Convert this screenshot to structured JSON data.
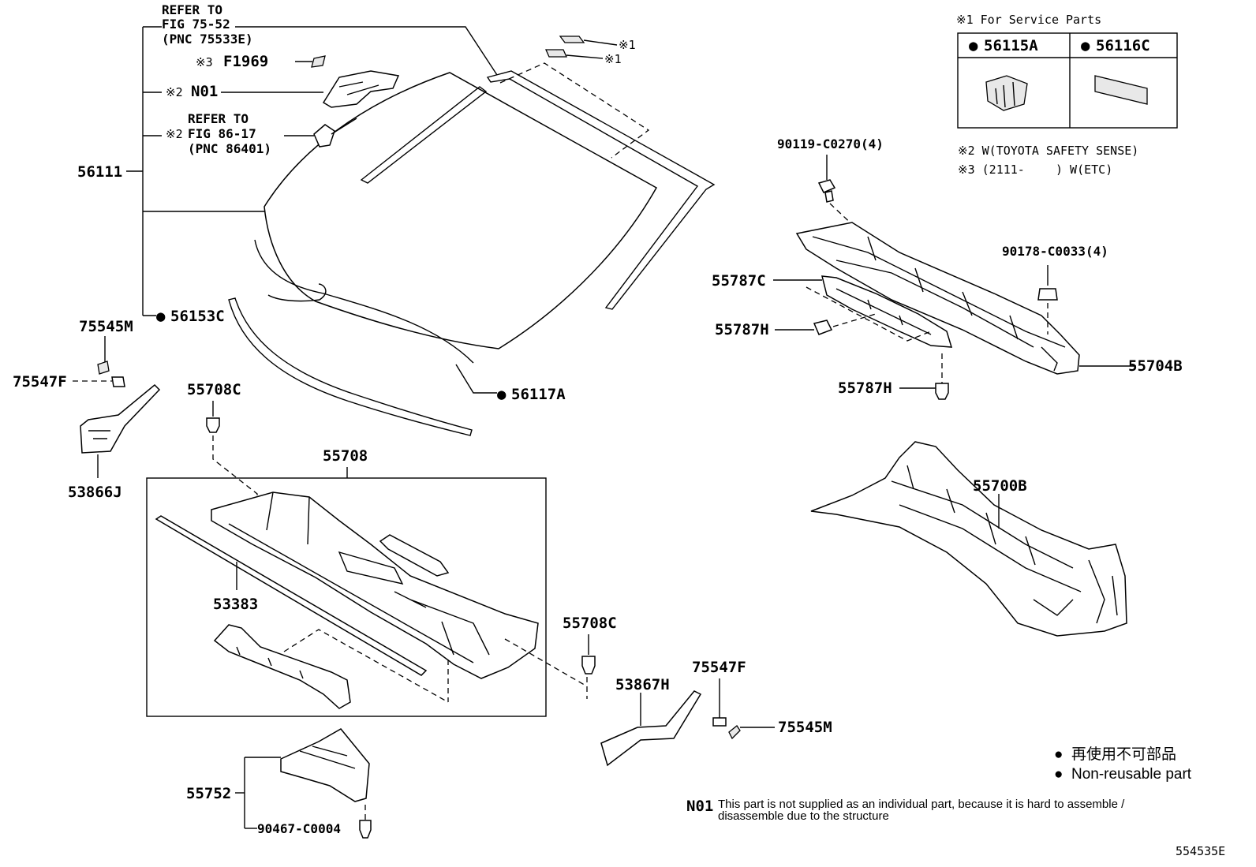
{
  "refs": {
    "fig1": [
      "REFER TO",
      "FIG 75-52",
      "(PNC 75533E)"
    ],
    "fig2": [
      "REFER TO",
      "FIG 86-17",
      "(PNC 86401)"
    ]
  },
  "marks": {
    "m1": "※1",
    "m2": "※2",
    "m3": "※3",
    "dot": "●"
  },
  "labels": {
    "p_f1969": "F1969",
    "p_n01": "N01",
    "p_56111": "56111",
    "p_56153c": "56153C",
    "p_56117a": "56117A",
    "p_75545m_l": "75545M",
    "p_75547f_l": "75547F",
    "p_53866j": "53866J",
    "p_55708c_t": "55708C",
    "p_55708": "55708",
    "p_53383": "53383",
    "p_55708c_r": "55708C",
    "p_53867h": "53867H",
    "p_75547f_r": "75547F",
    "p_75545m_r": "75545M",
    "p_55752": "55752",
    "p_90467": "90467-C0004",
    "p_90119": "90119-C0270(4)",
    "p_55787c": "55787C",
    "p_55787h_1": "55787H",
    "p_55787h_2": "55787H",
    "p_90178": "90178-C0033(4)",
    "p_55704b": "55704B",
    "p_55700b": "55700B"
  },
  "service_box": {
    "title": "※1 For Service Parts",
    "col1": "56115A",
    "col2": "56116C"
  },
  "notes_top": {
    "n2": "※2 W(TOYOTA SAFETY SENSE)",
    "n3_a": "※3 (2111-",
    "n3_b": ") W(ETC)"
  },
  "legend": {
    "jp": "再使用不可部品",
    "en": "Non-reusable part"
  },
  "footnote": {
    "code": "N01",
    "line1": "This part is not supplied as an individual part, because it is hard to assemble /",
    "line2": "disassemble due to the structure"
  },
  "figure_id": "554535E"
}
